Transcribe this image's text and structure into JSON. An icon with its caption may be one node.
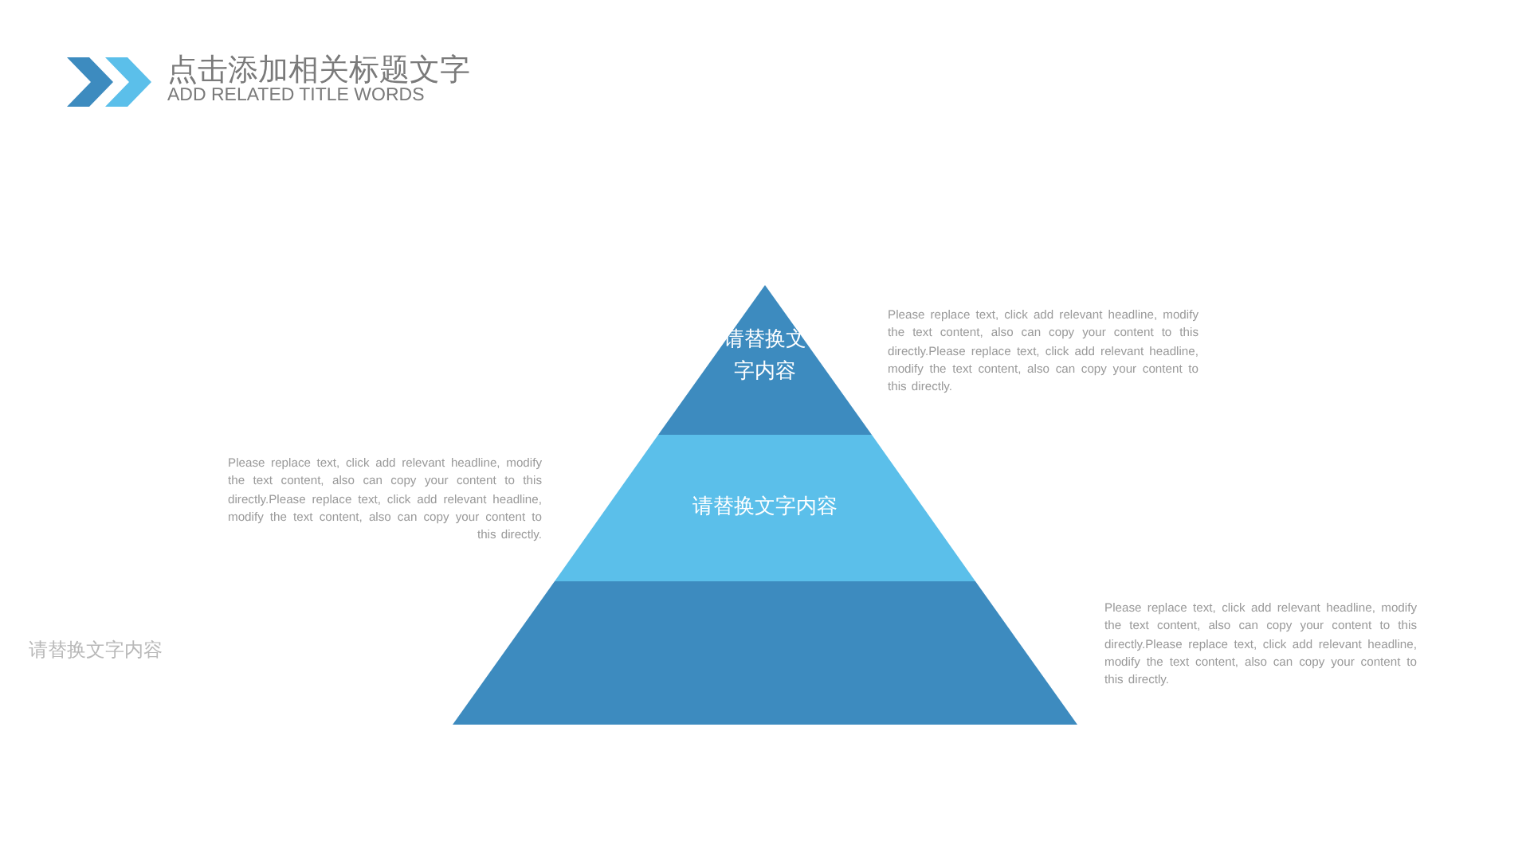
{
  "diagram": {
    "title": "点击添加相关标题文字",
    "nodes": [
      {
        "text": [
          "请替换文字内容"
        ],
        "beside": [
          "Please replace text, click add relevant headline, modify the text content, also can copy your content to this directly.Please replace text, click add relevant headline, modify the text content, also can copy your content to this directly."
        ]
      },
      {
        "text": [
          "请替换文字内容"
        ],
        "beside": [
          "Please replace text, click add relevant headline, modify the text content, also can copy your content to this directly.Please replace text, click add relevant headline, modify the text content, also can copy your content to this directly."
        ]
      },
      {
        "text": [],
        "shape": "trapezoid",
        "beside": [
          "Please replace text, click add relevant headline, modify the text content, also can copy your content to this directly.Please replace text, click add relevant headline, modify the text content, also can copy your content to this directly."
        ]
      }
    ],
    "edges": [],
    "labels": [
      "ADD RELATED TITLE WORDS",
      "请替换文字内容"
    ]
  }
}
